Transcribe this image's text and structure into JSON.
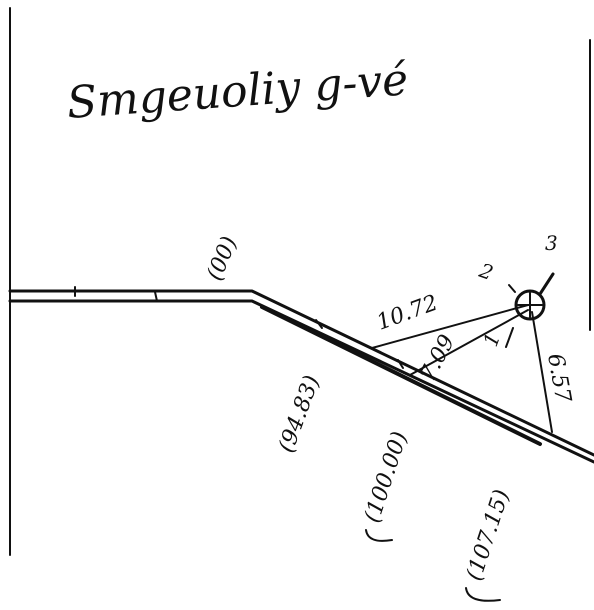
{
  "title": "Smgeuoliy g-vé",
  "chainages": {
    "bend": "(00)",
    "c1": "(94.83)",
    "c2": "(100.00)",
    "c3": "(107.15)"
  },
  "distances": {
    "d1": "10.72",
    "d2": "7.09",
    "d3": "6.57"
  },
  "points": {
    "p1": "1",
    "p2": "2",
    "p3": "3"
  },
  "colors": {
    "ink": "#111111",
    "paper": "#ffffff"
  }
}
